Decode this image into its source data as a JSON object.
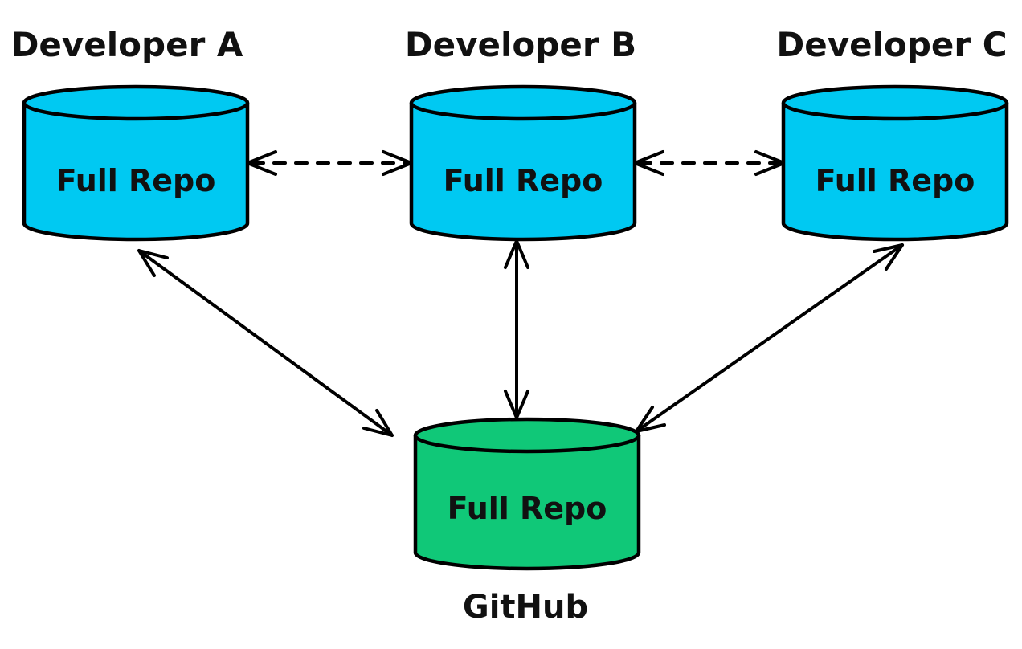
{
  "diagram": {
    "description": "Distributed version control: three developer repositories sync with each other (dashed) and with a central GitHub repository (solid)",
    "background_color": "#ffffff",
    "line_color": "#000000",
    "developer_repo_fill": "#00c9f2",
    "central_repo_fill": "#10c878",
    "nodes": [
      {
        "id": "developer-a",
        "name_label": "Developer A",
        "repo_label": "Full Repo",
        "fill": "#00c9f2",
        "shape": "cylinder",
        "label_position": "above"
      },
      {
        "id": "developer-b",
        "name_label": "Developer B",
        "repo_label": "Full Repo",
        "fill": "#00c9f2",
        "shape": "cylinder",
        "label_position": "above"
      },
      {
        "id": "developer-c",
        "name_label": "Developer C",
        "repo_label": "Full Repo",
        "fill": "#00c9f2",
        "shape": "cylinder",
        "label_position": "above"
      },
      {
        "id": "github",
        "name_label": "GitHub",
        "repo_label": "Full Repo",
        "fill": "#10c878",
        "shape": "cylinder",
        "label_position": "below"
      }
    ],
    "edges": [
      {
        "from": "developer-a",
        "to": "developer-b",
        "style": "dashed",
        "arrows": "both"
      },
      {
        "from": "developer-b",
        "to": "developer-c",
        "style": "dashed",
        "arrows": "both"
      },
      {
        "from": "developer-a",
        "to": "github",
        "style": "solid",
        "arrows": "both"
      },
      {
        "from": "developer-b",
        "to": "github",
        "style": "solid",
        "arrows": "both"
      },
      {
        "from": "developer-c",
        "to": "github",
        "style": "solid",
        "arrows": "both"
      }
    ]
  }
}
